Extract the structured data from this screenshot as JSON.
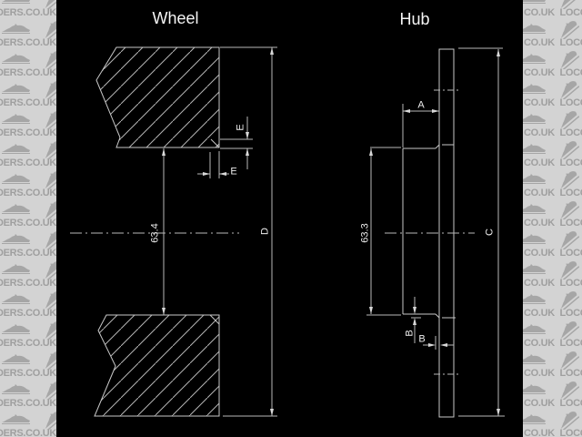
{
  "titles": {
    "wheel": "Wheel",
    "hub": "Hub"
  },
  "dims": {
    "wheel_center_bore": "63.4",
    "wheel_diameter": "D",
    "rim_lip_height": "E",
    "rim_lip_width": "E",
    "hub_center_bore": "63.3",
    "hub_flange_depth": "A",
    "hub_lip_height": "B",
    "hub_lip_width": "B",
    "hub_diameter": "C"
  },
  "watermark": {
    "left_text": "DERS.CO.UK  LO",
    "right_text": "CO.UK  LOCOST",
    "strip_color": "#d3d3d3",
    "text_color": "#9f9f9f"
  },
  "colors": {
    "background": "#000000",
    "outline": "#c8c8c8",
    "dim_line": "#b8b8b8",
    "hatch": "#b4b4b4",
    "label_text": "#ececec"
  }
}
